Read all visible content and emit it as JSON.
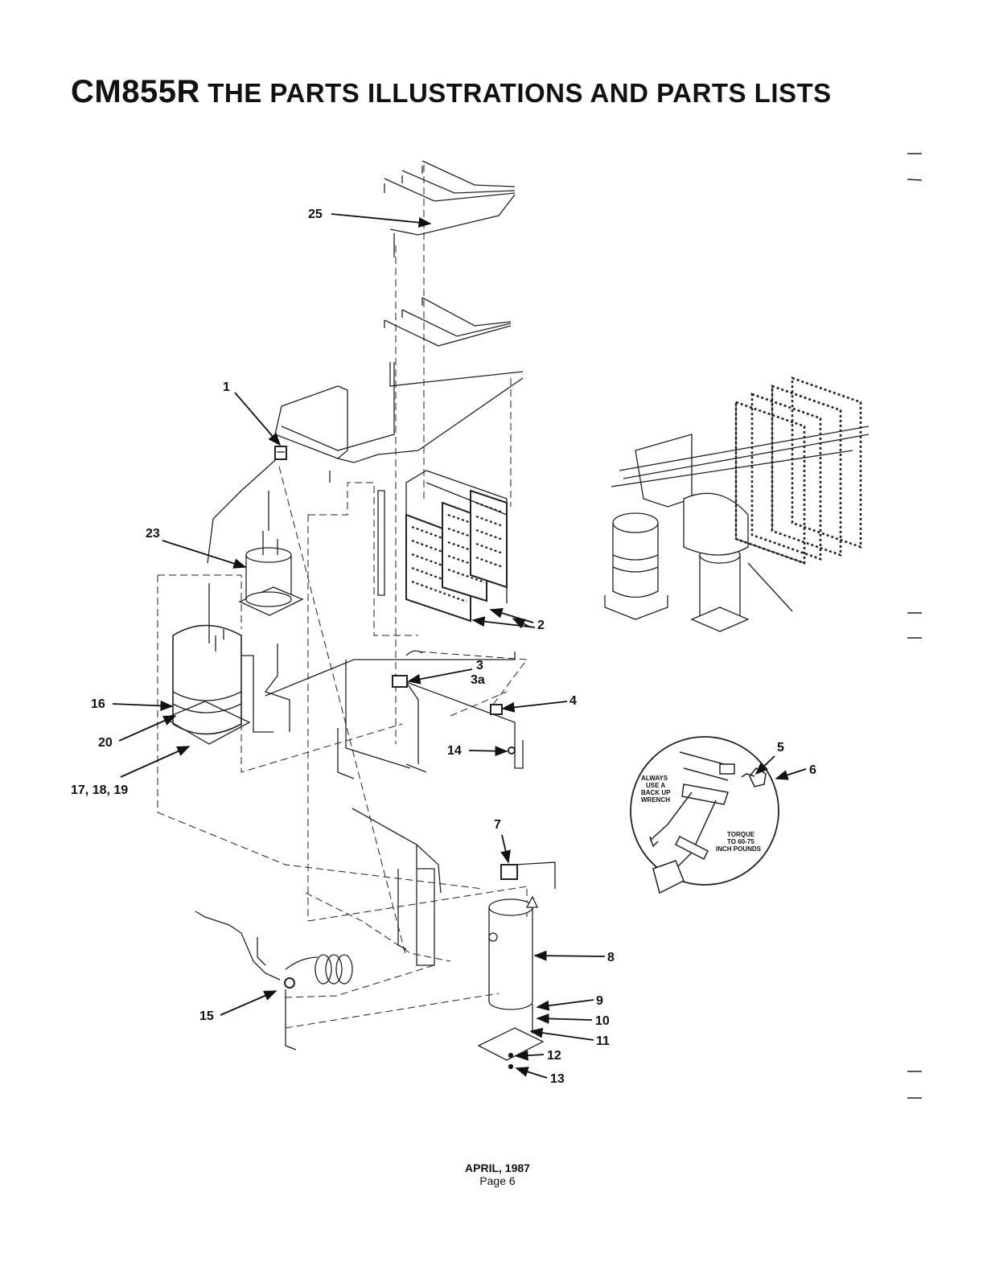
{
  "page": {
    "title_model": "CM855R",
    "title_rest": "THE PARTS ILLUSTRATIONS AND PARTS LISTS",
    "footer_date": "APRIL, 1987",
    "footer_page": "Page 6"
  },
  "callouts": {
    "c1": "1",
    "c2": "2",
    "c3": "3",
    "c3a": "3a",
    "c4": "4",
    "c5": "5",
    "c6": "6",
    "c7": "7",
    "c8": "8",
    "c9": "9",
    "c10": "10",
    "c11": "11",
    "c12": "12",
    "c13": "13",
    "c14": "14",
    "c15": "15",
    "c16": "16",
    "c17": "17, 18, 19",
    "c20": "20",
    "c23": "23",
    "c25": "25"
  },
  "inset": {
    "note_left_1": "ALWAYS",
    "note_left_2": "USE A",
    "note_left_3": "BACK UP",
    "note_left_4": "WRENCH",
    "note_right_1": "TORQUE",
    "note_right_2": "TO 60-75",
    "note_right_3": "INCH POUNDS"
  }
}
